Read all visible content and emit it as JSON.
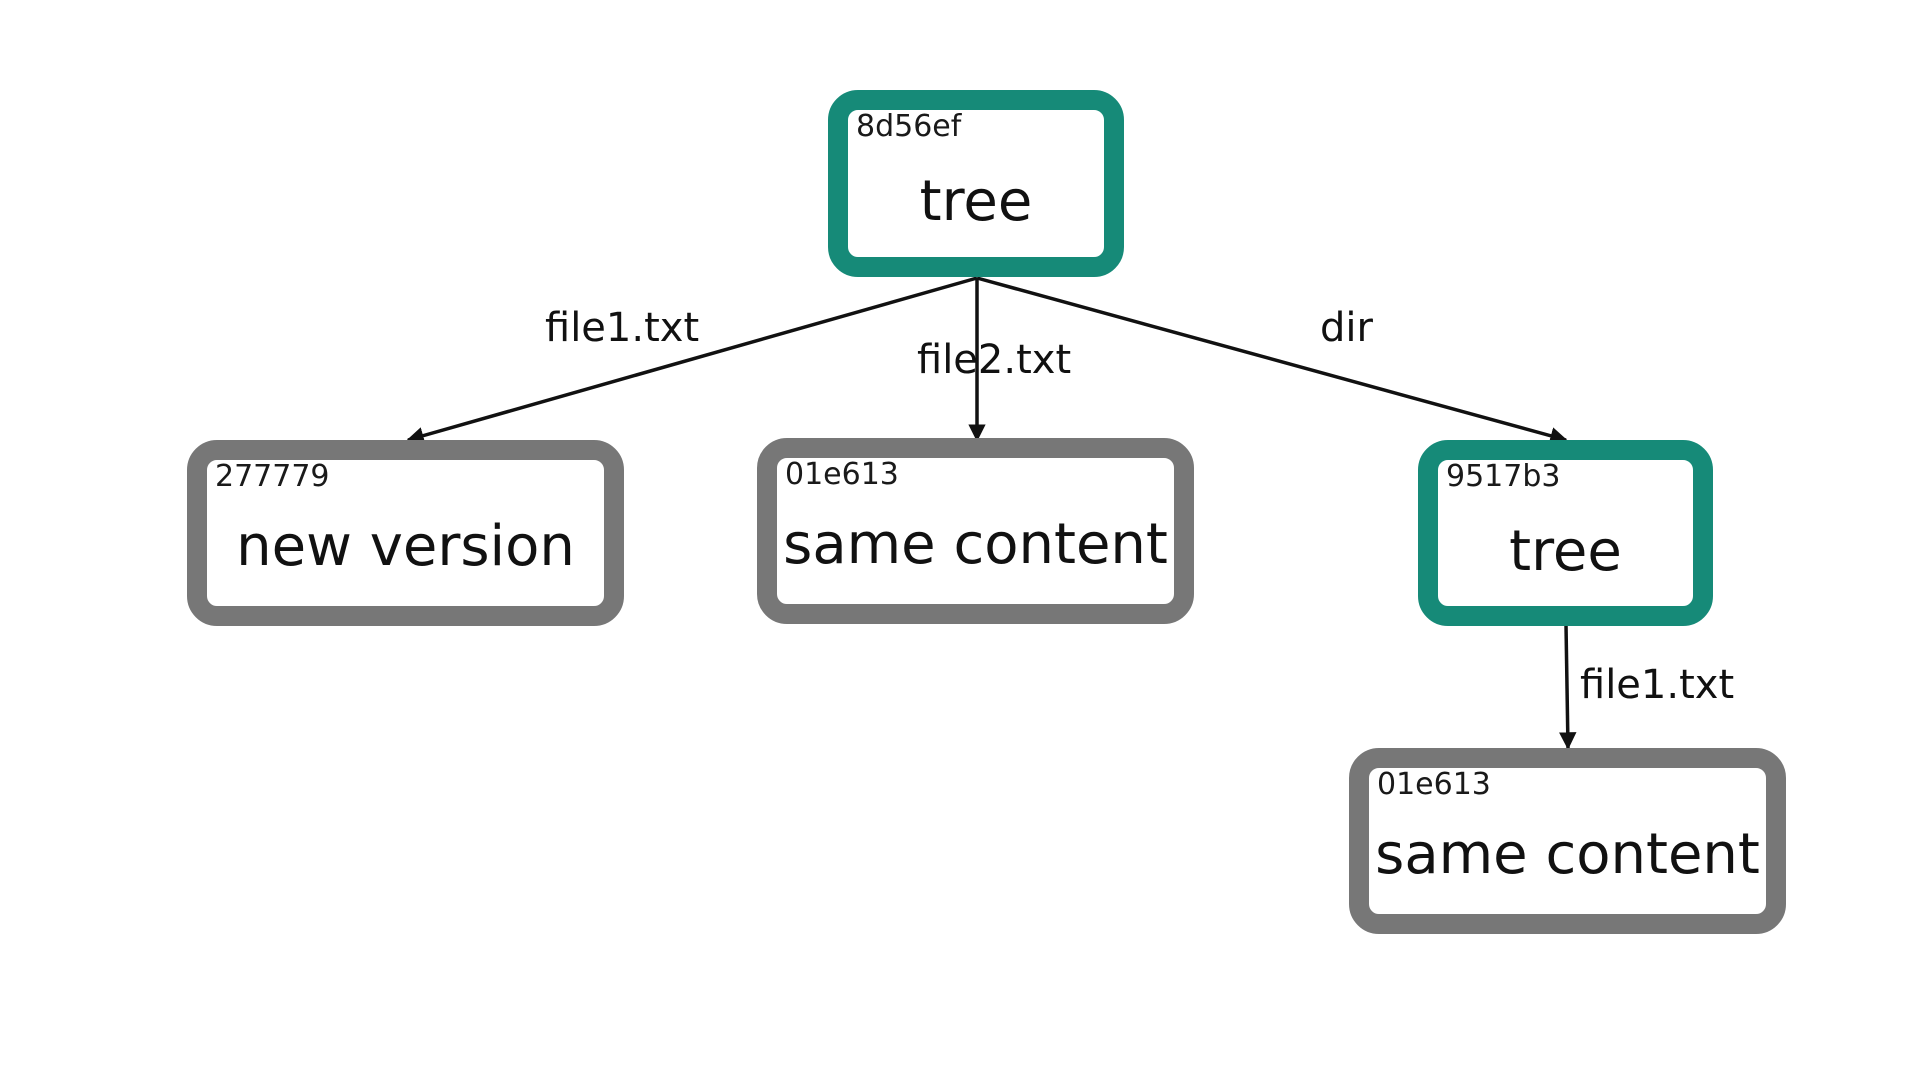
{
  "colors": {
    "tree_border": "#168a78",
    "blob_border": "#777777",
    "edge": "#111111"
  },
  "nodes": {
    "root": {
      "hash": "8d56ef",
      "label": "tree"
    },
    "file1": {
      "hash": "277779",
      "label": "new version"
    },
    "file2": {
      "hash": "01e613",
      "label": "same content"
    },
    "dir": {
      "hash": "9517b3",
      "label": "tree"
    },
    "dir_file1": {
      "hash": "01e613",
      "label": "same content"
    }
  },
  "edges": {
    "root_to_file1": "file1.txt",
    "root_to_file2": "file2.txt",
    "root_to_dir": "dir",
    "dir_to_file1": "file1.txt"
  }
}
